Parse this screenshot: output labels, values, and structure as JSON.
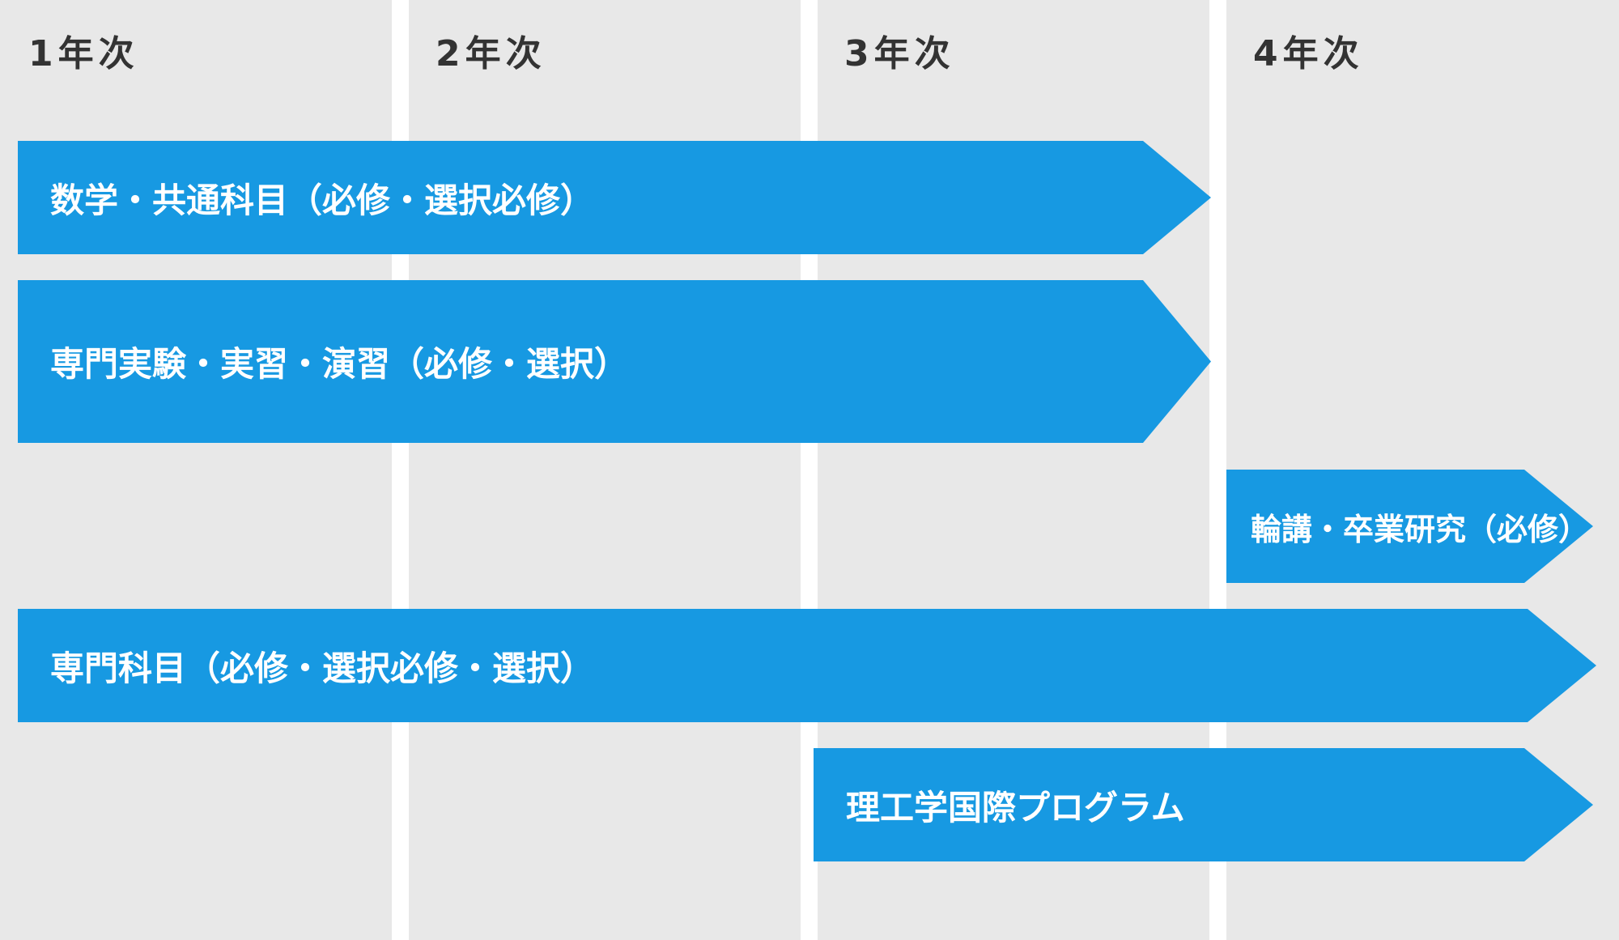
{
  "colors": {
    "column_background": "#e8e8e8",
    "arrow_fill": "#1799e2",
    "header_text": "#333333",
    "arrow_text": "#ffffff"
  },
  "years": [
    {
      "label": "1年次"
    },
    {
      "label": "2年次"
    },
    {
      "label": "3年次"
    },
    {
      "label": "4年次"
    }
  ],
  "arrows": [
    {
      "label": "数学・共通科目（必修・選択必修）",
      "start_year": 1,
      "end_year": 3
    },
    {
      "label": "専門実験・実習・演習（必修・選択）",
      "start_year": 1,
      "end_year": 3
    },
    {
      "label": "輪講・卒業研究（必修）",
      "start_year": 4,
      "end_year": 4
    },
    {
      "label": "専門科目（必修・選択必修・選択）",
      "start_year": 1,
      "end_year": 4
    },
    {
      "label": "理工学国際プログラム",
      "start_year": 3,
      "end_year": 4
    }
  ]
}
